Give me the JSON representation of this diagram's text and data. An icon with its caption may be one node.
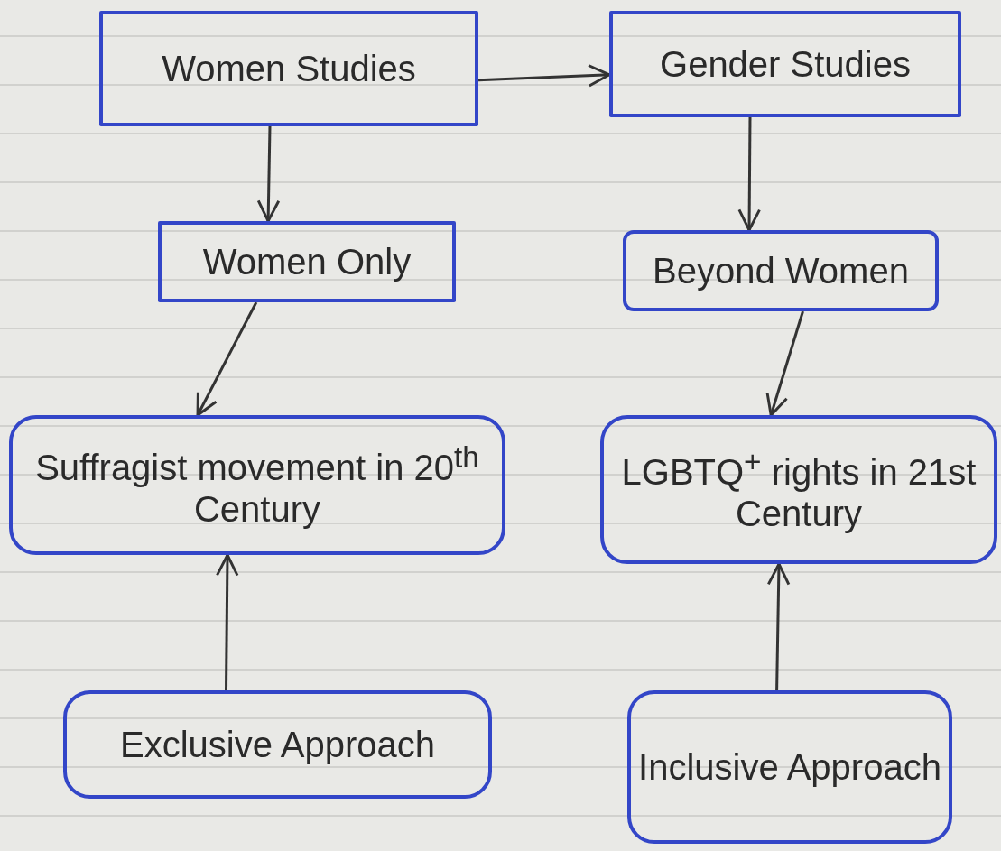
{
  "diagram": {
    "nodes": [
      {
        "text": [
          "Women Studies"
        ]
      },
      {
        "text": [
          "Gender Studies"
        ]
      },
      {
        "text": [
          "Women Only"
        ]
      },
      {
        "text": [
          "Beyond Women"
        ]
      },
      {
        "text": [
          "Suffragist movement in 20$^{th}$ Century"
        ]
      },
      {
        "text": [
          "LGBTQ$^{+}$ rights in 21st Century"
        ]
      },
      {
        "text": [
          "Exclusive Approach"
        ]
      },
      {
        "text": [
          "Inclusive Approach"
        ]
      }
    ],
    "edges": [
      {
        "from": 0,
        "to": 1,
        "arrow": "to"
      },
      {
        "from": 0,
        "to": 2,
        "arrow": "to"
      },
      {
        "from": 1,
        "to": 3,
        "arrow": "to"
      },
      {
        "from": 2,
        "to": 4,
        "arrow": "to"
      },
      {
        "from": 3,
        "to": 5,
        "arrow": "to"
      },
      {
        "from": 6,
        "to": 4,
        "arrow": "to"
      },
      {
        "from": 7,
        "to": 5,
        "arrow": "to"
      }
    ]
  }
}
